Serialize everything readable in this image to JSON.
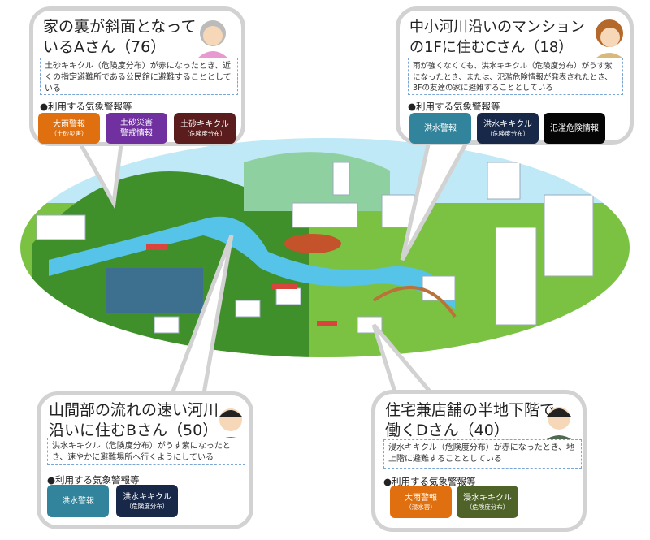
{
  "colors": {
    "orange": "#e0700f",
    "purple": "#7030a0",
    "maroon": "#5a1c1c",
    "teal": "#31849b",
    "navy": "#172849",
    "black": "#050505",
    "olive": "#4f6228",
    "border": "#d2d2d2"
  },
  "use_label": "●利用する気象警報等",
  "personA": {
    "title": "家の裏が斜面となって\nいるAさん（76）",
    "desc": "土砂キキクル（危険度分布）が赤になったとき、近くの指定避難所である公民館に避難することとしている",
    "avatar": "elderly-woman",
    "buttons": [
      {
        "label": "大雨警報",
        "sub": "（土砂災害）",
        "color": "#e0700f"
      },
      {
        "label": "土砂災害",
        "sub": "警戒情報",
        "color": "#7030a0"
      },
      {
        "label": "土砂キキクル",
        "sub": "（危険度分布）",
        "color": "#5a1c1c"
      }
    ]
  },
  "personB": {
    "title": "山間部の流れの速い河川\n沿いに住むBさん（50）",
    "desc": "洪水キキクル（危険度分布）がうす紫になったとき、速やかに避難場所へ行くようにしている",
    "avatar": "middle-aged-man",
    "buttons": [
      {
        "label": "洪水警報",
        "sub": "",
        "color": "#31849b"
      },
      {
        "label": "洪水キキクル",
        "sub": "（危険度分布）",
        "color": "#172849"
      }
    ]
  },
  "personC": {
    "title": "中小河川沿いのマンション\nの1Fに住むCさん（18）",
    "desc": "雨が強くなくても、洪水キキクル（危険度分布）がうす紫になったとき、または、氾濫危険情報が発表されたとき、3Fの友達の家に避難することとしている",
    "avatar": "young-person",
    "buttons": [
      {
        "label": "洪水警報",
        "sub": "",
        "color": "#31849b"
      },
      {
        "label": "洪水キキクル",
        "sub": "（危険度分布）",
        "color": "#172849"
      },
      {
        "label": "氾濫危険情報",
        "sub": "",
        "color": "#050505"
      }
    ]
  },
  "personD": {
    "title": "住宅兼店舗の半地下階で\n働くDさん（40）",
    "desc": "浸水キキクル（危険度分布）が赤になったとき、地上階に避難することとしている",
    "avatar": "man",
    "buttons": [
      {
        "label": "大雨警報",
        "sub": "（浸水害）",
        "color": "#e0700f"
      },
      {
        "label": "浸水キキクル",
        "sub": "（危険度分布）",
        "color": "#4f6228"
      }
    ]
  }
}
